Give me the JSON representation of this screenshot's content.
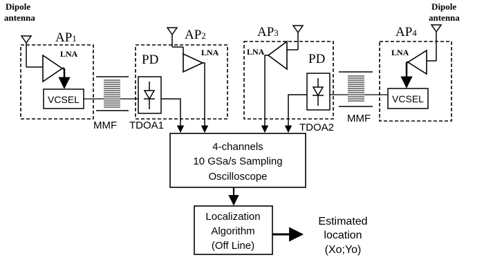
{
  "labels": {
    "dipole_left_line1": "Dipole",
    "dipole_left_line2": "antenna",
    "dipole_right_line1": "Dipole",
    "dipole_right_line2": "antenna",
    "ap1_main": "AP",
    "ap1_sub": "1",
    "ap2_main": "AP",
    "ap2_sub": "2",
    "ap3_main": "AP",
    "ap3_sub": "3",
    "ap4_main": "AP",
    "ap4_sub": "4",
    "lna1": "LNA",
    "lna2": "LNA",
    "lna3": "LNA",
    "lna4": "LNA",
    "pd_left": "PD",
    "pd_right": "PD",
    "vcsel_left": "VCSEL",
    "vcsel_right": "VCSEL",
    "mmf_left": "MMF",
    "mmf_right": "MMF",
    "tdoa1": "TDOA1",
    "tdoa2": "TDOA2",
    "osc_line1": "4-channels",
    "osc_line2": "10 GSa/s Sampling",
    "osc_line3": "Oscilloscope",
    "loc_line1": "Localization",
    "loc_line2": "Algorithm",
    "loc_line3": "(Off Line)",
    "est_line1": "Estimated",
    "est_line2": "location",
    "est_line3": "(Xo;Yo)"
  }
}
